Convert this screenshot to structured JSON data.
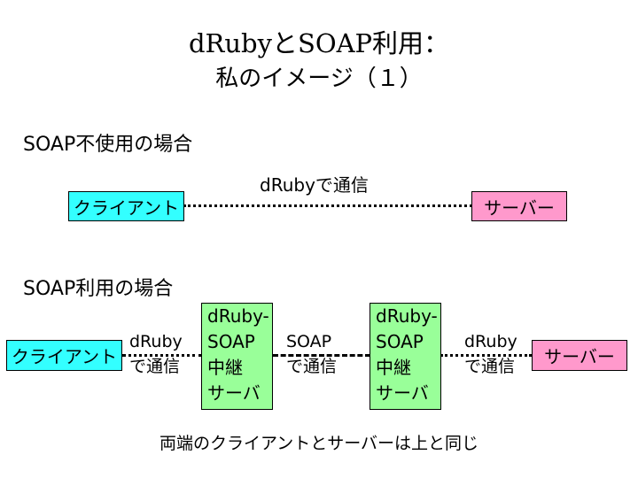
{
  "slide": {
    "title_line1": "dRubyとSOAP利用：",
    "title_line2": "私のイメージ（１）"
  },
  "section_without": {
    "heading": "SOAP不使用の場合",
    "client": "クライアント",
    "server": "サーバー",
    "link_label": "dRubyで通信"
  },
  "section_with": {
    "heading": "SOAP利用の場合",
    "client": "クライアント",
    "server": "サーバー",
    "link_left": {
      "line1": "dRuby",
      "line2": "で通信"
    },
    "link_middle": {
      "line1": "SOAP",
      "line2": "で通信"
    },
    "link_right": {
      "line1": "dRuby",
      "line2": "で通信"
    },
    "relay_left": {
      "line1": "dRuby-",
      "line2": "SOAP",
      "line3": "中継",
      "line4": "サーバ"
    },
    "relay_right": {
      "line1": "dRuby-",
      "line2": "SOAP",
      "line3": "中継",
      "line4": "サーバ"
    }
  },
  "footer": "両端のクライアントとサーバーは上と同じ",
  "colors": {
    "client_fill": "#33ffff",
    "server_fill": "#ff99cc",
    "relay_fill": "#99ff99"
  }
}
